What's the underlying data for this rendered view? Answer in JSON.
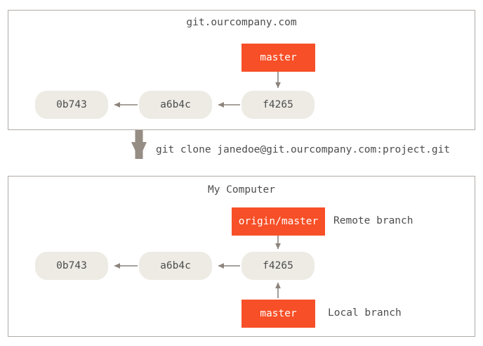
{
  "diagram": {
    "title_remote": "git.ourcompany.com",
    "title_local": "My Computer",
    "clone_command": "git clone janedoe@git.ourcompany.com:project.git",
    "colors": {
      "branch_fill": "#f74f27",
      "branch_text": "#ffffff",
      "commit_fill": "#edebe4",
      "commit_text": "#4d4d4d",
      "panel_border": "#b0aba6",
      "arrow": "#8c847c",
      "big_arrow": "#968d85",
      "background": "#ffffff"
    },
    "remote_panel": {
      "branch": {
        "label": "master"
      },
      "commits": [
        {
          "label": "0b743"
        },
        {
          "label": "a6b4c"
        },
        {
          "label": "f4265"
        }
      ]
    },
    "local_panel": {
      "remote_branch": {
        "label": "origin/master",
        "annotation": "Remote branch"
      },
      "local_branch": {
        "label": "master",
        "annotation": "Local branch"
      },
      "commits": [
        {
          "label": "0b743"
        },
        {
          "label": "a6b4c"
        },
        {
          "label": "f4265"
        }
      ]
    }
  }
}
